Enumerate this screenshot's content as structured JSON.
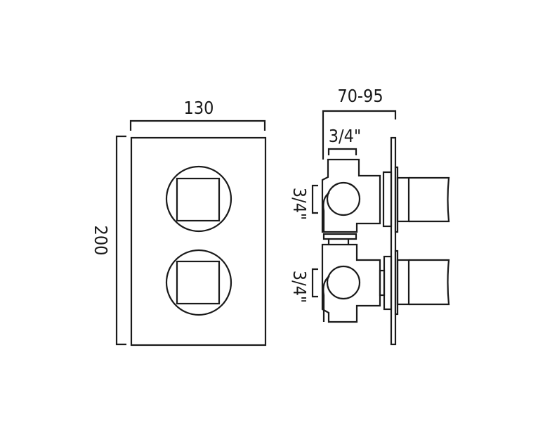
{
  "front_view": {
    "width_label": "130",
    "height_label": "200"
  },
  "side_view": {
    "depth_label": "70-95",
    "top_outlet_label": "3/4\"",
    "upper_inlet_label": "3/4\"",
    "lower_inlet_label": "3/4\""
  },
  "colors": {
    "line": "#1a1a1a",
    "background": "#ffffff"
  }
}
